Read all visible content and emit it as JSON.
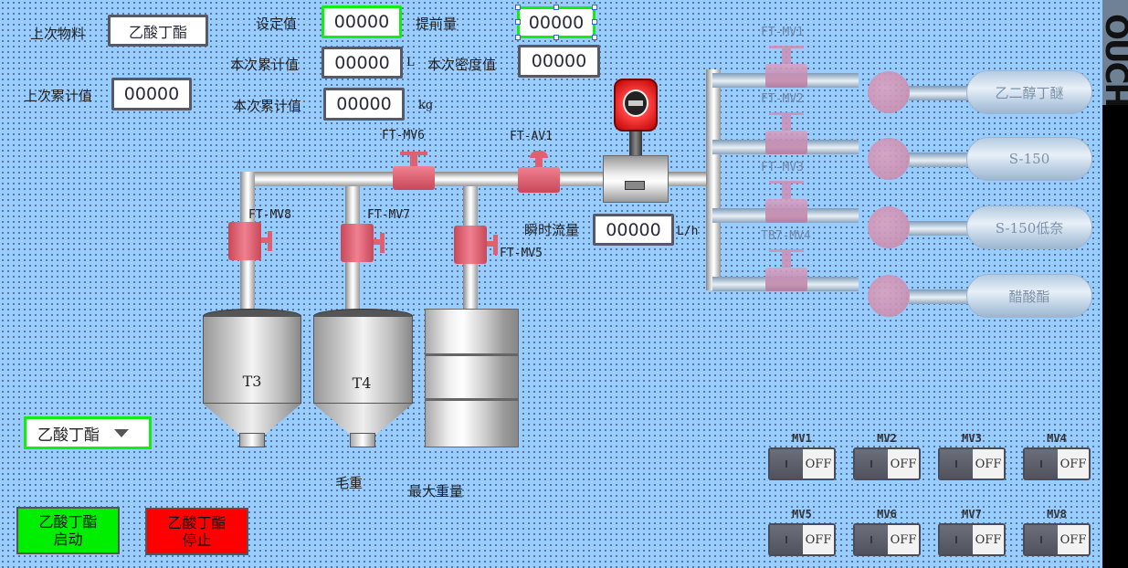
{
  "header": {
    "last_material_label": "上次物料",
    "last_material_value": "乙酸丁酯",
    "last_total_label": "上次累计值",
    "last_total_value": "00000",
    "setpoint_label": "设定值",
    "setpoint_value": "00000",
    "advance_label": "提前量",
    "advance_value": "00000",
    "current_total_l_label": "本次累计值",
    "current_total_l_value": "00000",
    "current_total_l_unit": "L",
    "density_label": "本次密度值",
    "density_value": "00000",
    "current_total_kg_label": "本次累计值",
    "current_total_kg_value": "00000",
    "current_total_kg_unit": "kg"
  },
  "process": {
    "valves": [
      "FT-MV6",
      "FT-AV1",
      "FT-MV8",
      "FT-MV7",
      "FT-MV5"
    ],
    "flow_label": "瞬时流量",
    "flow_value": "00000",
    "flow_unit": "L/h",
    "tanks": [
      "T3",
      "T4"
    ],
    "gross_weight_label": "毛重",
    "max_weight_label": "最大重量"
  },
  "branches": [
    {
      "valve": "FT-MV1",
      "tank": "乙二醇丁醚"
    },
    {
      "valve": "FT-MV2",
      "tank": "S-150"
    },
    {
      "valve": "FT-MV3",
      "tank": "S-150低奈"
    },
    {
      "valve": "TB7-MV4",
      "tank": "醋酸酯"
    }
  ],
  "material_select": {
    "value": "乙酸丁酯"
  },
  "buttons": {
    "start_line1": "乙酸丁酯",
    "start_line2": "启动",
    "stop_line1": "乙酸丁酯",
    "stop_line2": "停止"
  },
  "switches": [
    {
      "label": "MV1",
      "state": "OFF"
    },
    {
      "label": "MV2",
      "state": "OFF"
    },
    {
      "label": "MV3",
      "state": "OFF"
    },
    {
      "label": "MV4",
      "state": "OFF"
    },
    {
      "label": "MV5",
      "state": "OFF"
    },
    {
      "label": "MV6",
      "state": "OFF"
    },
    {
      "label": "MV7",
      "state": "OFF"
    },
    {
      "label": "MV8",
      "state": "OFF"
    }
  ],
  "side_panel": {
    "text": "OUCH"
  },
  "colors": {
    "background": "#99ccff",
    "start": "#00ee00",
    "stop": "#ff0000",
    "valve_active": "#e06070",
    "valve_inactive": "#d090b5"
  }
}
